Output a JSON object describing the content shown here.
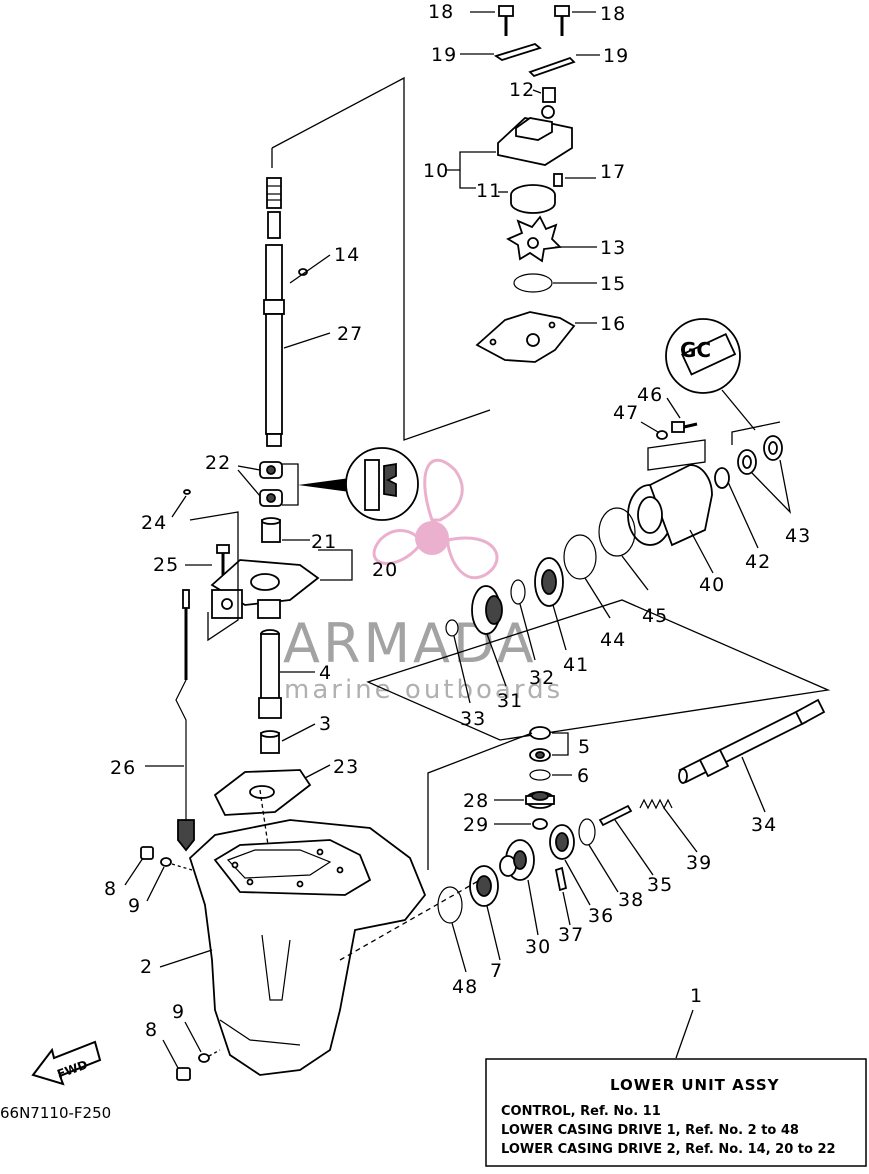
{
  "callouts": {
    "c18a": "18",
    "c18b": "18",
    "c19a": "19",
    "c19b": "19",
    "c12": "12",
    "c10": "10",
    "c11": "11",
    "c17": "17",
    "c13": "13",
    "c15": "15",
    "c16": "16",
    "c14": "14",
    "c27": "27",
    "c46": "46",
    "c47": "47",
    "c22": "22",
    "c24": "24",
    "c21": "21",
    "c25": "25",
    "c20": "20",
    "c40": "40",
    "c42": "42",
    "c43": "43",
    "c44": "44",
    "c45": "45",
    "c41": "41",
    "c32": "32",
    "c31": "31",
    "c33": "33",
    "c4": "4",
    "c3": "3",
    "c26": "26",
    "c23": "23",
    "c5": "5",
    "c6": "6",
    "c28": "28",
    "c29": "29",
    "c34": "34",
    "c39": "39",
    "c35": "35",
    "c38": "38",
    "c36": "36",
    "c37": "37",
    "c30": "30",
    "c7": "7",
    "c48": "48",
    "c8a": "8",
    "c9a": "9",
    "c2": "2",
    "c9b": "9",
    "c8b": "8",
    "c1": "1"
  },
  "legend_box": {
    "title": "LOWER UNIT ASSY",
    "lines": [
      "CONTROL,  Ref. No. 11",
      "LOWER CASING DRIVE 1,  Ref. No. 2 to 48",
      "LOWER CASING DRIVE 2,  Ref. No. 14, 20 to 22"
    ]
  },
  "figure_code": "66N7110-F250",
  "fwd_label": "FWD",
  "gc_label": "GC",
  "watermark": {
    "brand": "ARMADA",
    "tagline": "marine outboards",
    "color": "#e8a8c8"
  }
}
